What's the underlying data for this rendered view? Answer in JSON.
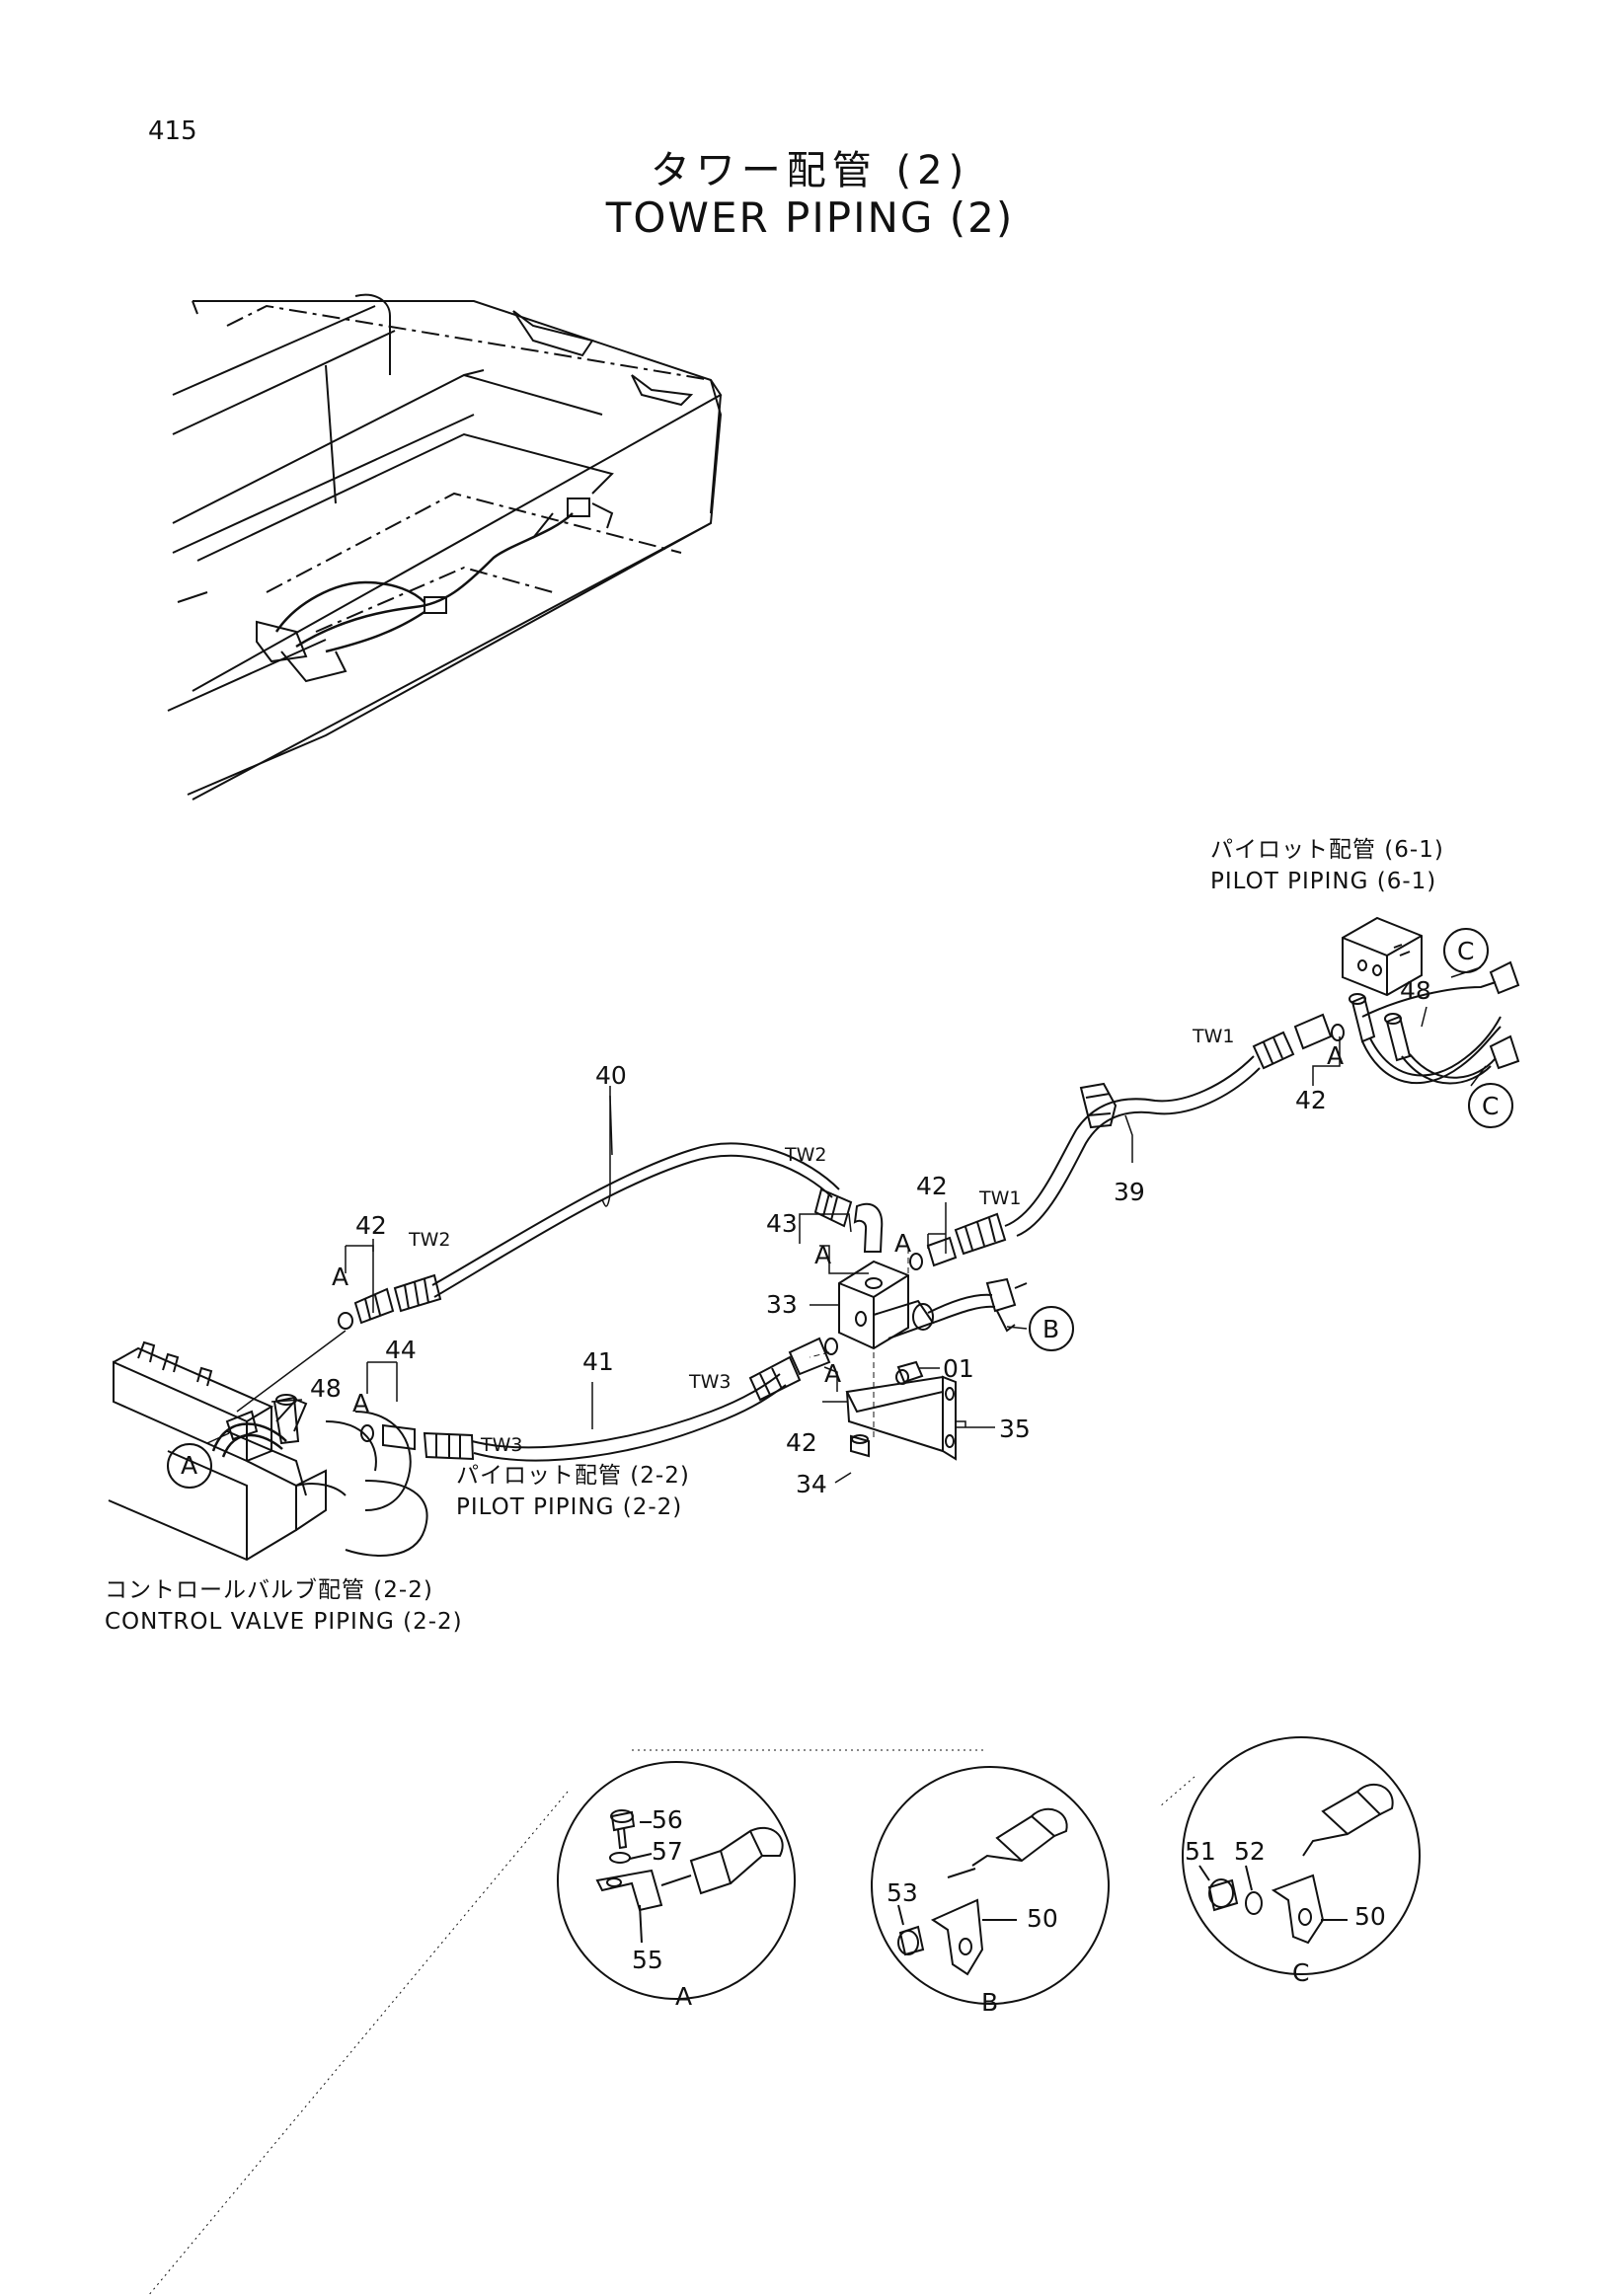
{
  "page": {
    "number": "415"
  },
  "title": {
    "jp": "タワー配管 (2)",
    "en": "TOWER PIPING (2)"
  },
  "references": {
    "pilot_6_1_jp": "パイロット配管 (6-1)",
    "pilot_6_1_en": "PILOT PIPING (6-1)",
    "pilot_2_2_jp": "パイロット配管 (2-2)",
    "pilot_2_2_en": "PILOT PIPING (2-2)",
    "control_valve_jp": "コントロールバルブ配管 (2-2)",
    "control_valve_en": "CONTROL VALVE PIPING (2-2)"
  },
  "callouts": {
    "p40": "40",
    "p41": "41",
    "p39": "39",
    "p33": "33",
    "p35": "35",
    "p34": "34",
    "p01": "01",
    "p42": "42",
    "p43": "43",
    "p44": "44",
    "p48": "48",
    "p50": "50",
    "p51": "51",
    "p52": "52",
    "p53": "53",
    "p55": "55",
    "p56": "56",
    "p57": "57",
    "tw1": "TW1",
    "tw2": "TW2",
    "tw3": "TW3",
    "A": "A",
    "B": "B",
    "C": "C"
  }
}
